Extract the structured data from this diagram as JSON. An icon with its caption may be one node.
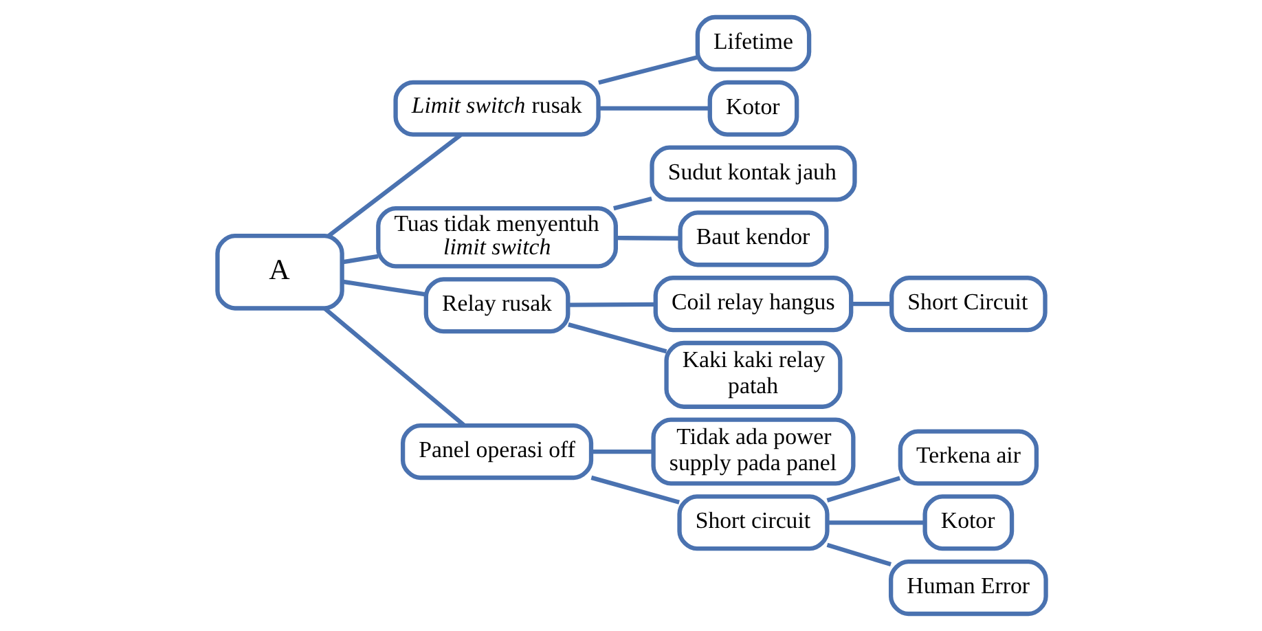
{
  "diagram": {
    "nodes": [
      {
        "text": [
          "A"
        ]
      },
      {
        "text": [
          "*Limit switch* rusak"
        ]
      },
      {
        "text": [
          "Tuas tidak menyentuh *limit switch*"
        ]
      },
      {
        "text": [
          "Relay rusak"
        ]
      },
      {
        "text": [
          "Panel operasi off"
        ]
      },
      {
        "text": [
          "Lifetime"
        ]
      },
      {
        "text": [
          "Kotor"
        ]
      },
      {
        "text": [
          "Sudut kontak jauh"
        ]
      },
      {
        "text": [
          "Baut kendor"
        ]
      },
      {
        "text": [
          "Coil relay hangus"
        ]
      },
      {
        "text": [
          "Short Circuit"
        ]
      },
      {
        "text": [
          "Kaki kaki relay patah"
        ]
      },
      {
        "text": [
          "Tidak ada power supply pada panel"
        ]
      },
      {
        "text": [
          "Short circuit"
        ]
      },
      {
        "text": [
          "Terkena air"
        ]
      },
      {
        "text": [
          "Kotor"
        ]
      },
      {
        "text": [
          "Human Error"
        ]
      }
    ],
    "edges": [
      {
        "from": 0,
        "to": 1,
        "arrow": "none"
      },
      {
        "from": 0,
        "to": 2,
        "arrow": "none"
      },
      {
        "from": 0,
        "to": 3,
        "arrow": "none"
      },
      {
        "from": 0,
        "to": 4,
        "arrow": "none"
      },
      {
        "from": 1,
        "to": 5,
        "arrow": "none"
      },
      {
        "from": 1,
        "to": 6,
        "arrow": "none"
      },
      {
        "from": 2,
        "to": 7,
        "arrow": "none"
      },
      {
        "from": 2,
        "to": 8,
        "arrow": "none"
      },
      {
        "from": 3,
        "to": 9,
        "arrow": "none"
      },
      {
        "from": 9,
        "to": 10,
        "arrow": "none"
      },
      {
        "from": 3,
        "to": 11,
        "arrow": "none"
      },
      {
        "from": 4,
        "to": 12,
        "arrow": "none"
      },
      {
        "from": 4,
        "to": 13,
        "arrow": "none"
      },
      {
        "from": 13,
        "to": 14,
        "arrow": "none"
      },
      {
        "from": 13,
        "to": 15,
        "arrow": "none"
      },
      {
        "from": 13,
        "to": 16,
        "arrow": "none"
      }
    ]
  }
}
